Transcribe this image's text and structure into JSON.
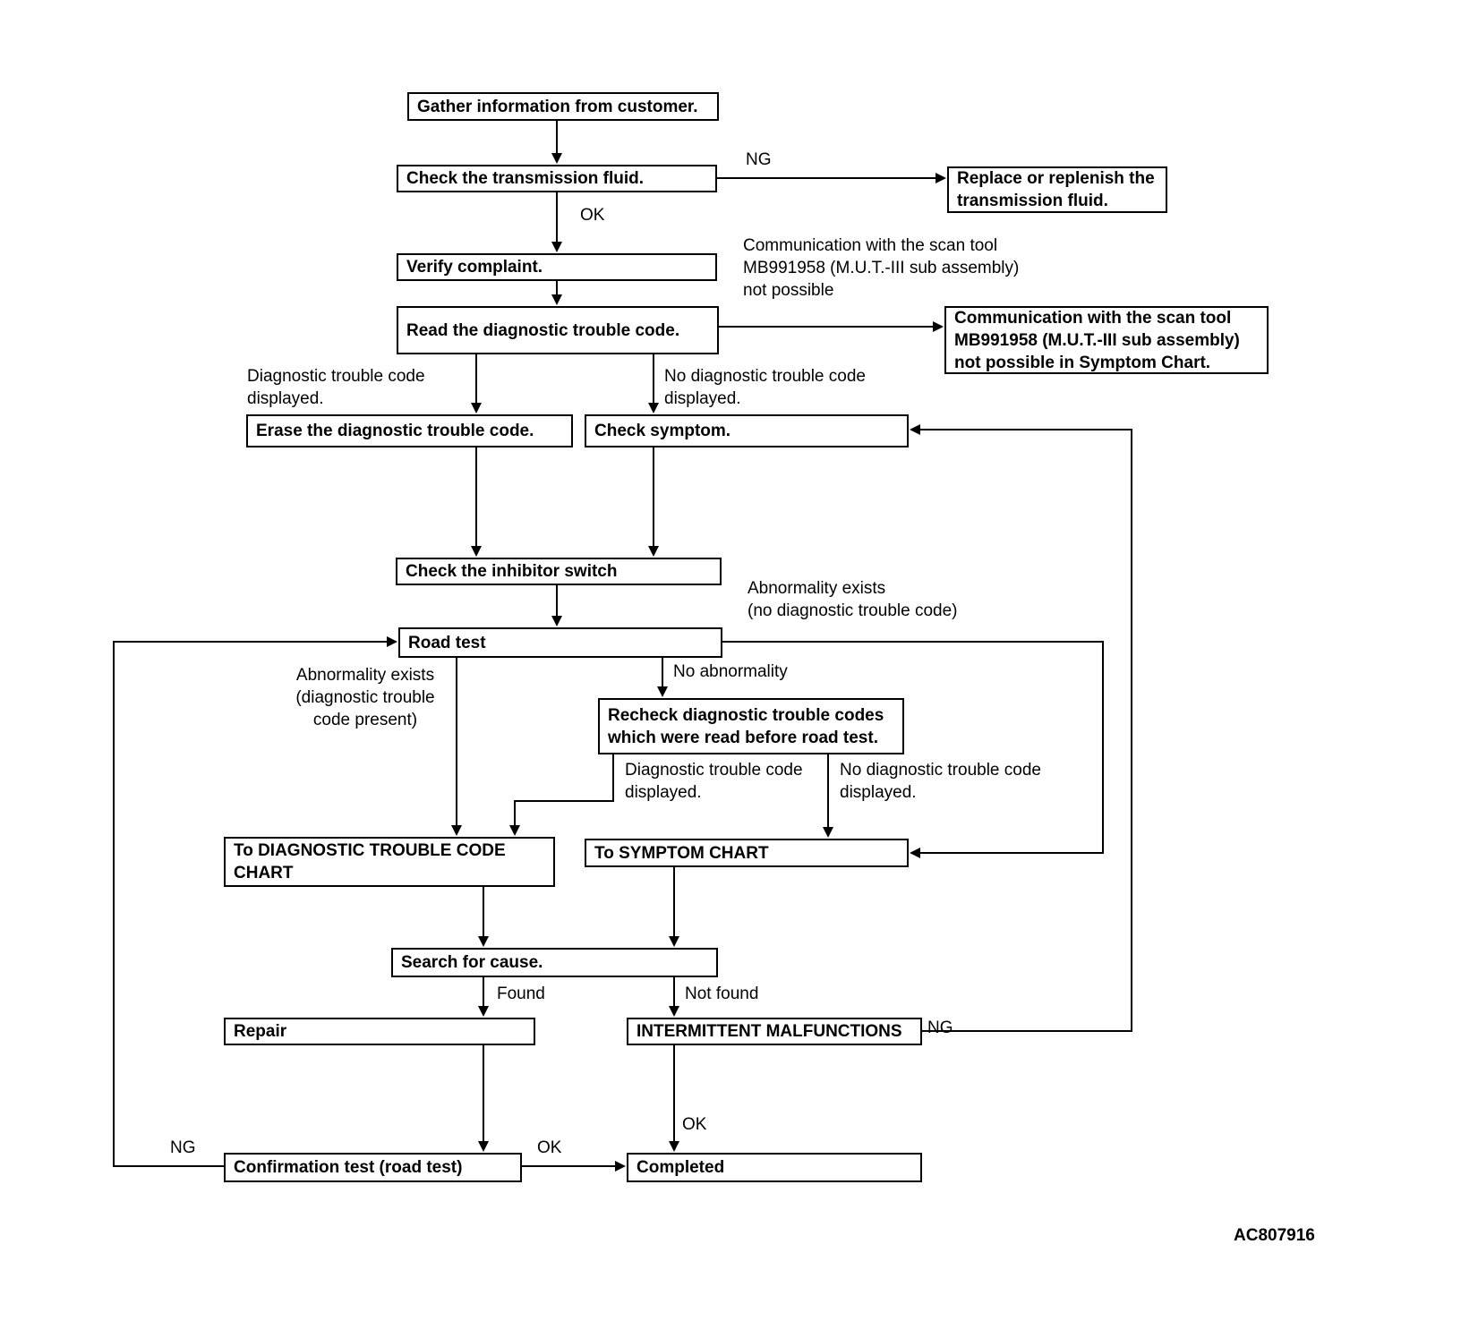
{
  "figure_code": "AC807916",
  "nodes": {
    "gather": "Gather information from customer.",
    "check_fluid": "Check the transmission fluid.",
    "replace_fluid": "Replace or replenish the transmission fluid.",
    "verify": "Verify complaint.",
    "read_dtc": "Read the diagnostic trouble code.",
    "comm_symptom": "Communication with the scan tool MB991958 (M.U.T.-III sub assembly) not possible in Symptom Chart.",
    "erase_dtc": "Erase the diagnostic trouble code.",
    "check_symptom": "Check symptom.",
    "inhibitor": "Check the inhibitor switch",
    "road_test": "Road test",
    "recheck": "Recheck diagnostic trouble codes which were read before road test.",
    "dtc_chart": "To DIAGNOSTIC TROUBLE CODE CHART",
    "symptom_chart": "To SYMPTOM CHART",
    "search": "Search for cause.",
    "repair": "Repair",
    "intermittent": "INTERMITTENT MALFUNCTIONS",
    "confirmation": "Confirmation test (road test)",
    "completed": "Completed"
  },
  "labels": {
    "ng_fluid": "NG",
    "ok_fluid": "OK",
    "comm_not_possible": [
      "Communication with the scan tool",
      "MB991958 (M.U.T.-III sub assembly)",
      "not possible"
    ],
    "dtc_displayed_top": [
      "Diagnostic trouble code",
      "displayed."
    ],
    "no_dtc_displayed_top": [
      "No diagnostic trouble code",
      "displayed."
    ],
    "abnormality_no_dtc": [
      "Abnormality exists",
      "(no diagnostic trouble code)"
    ],
    "abnormality_dtc": [
      "Abnormality exists",
      "(diagnostic trouble",
      "code present)"
    ],
    "no_abnormality": "No abnormality",
    "dtc_displayed_bottom": [
      "Diagnostic trouble code",
      "displayed."
    ],
    "no_dtc_displayed_bottom": [
      "No diagnostic trouble code",
      "displayed."
    ],
    "found": "Found",
    "not_found": "Not found",
    "ng_intermittent": "NG",
    "ok_intermittent": "OK",
    "ng_confirmation": "NG",
    "ok_confirmation": "OK"
  },
  "colors": {
    "line": "#000000",
    "background": "#ffffff"
  }
}
